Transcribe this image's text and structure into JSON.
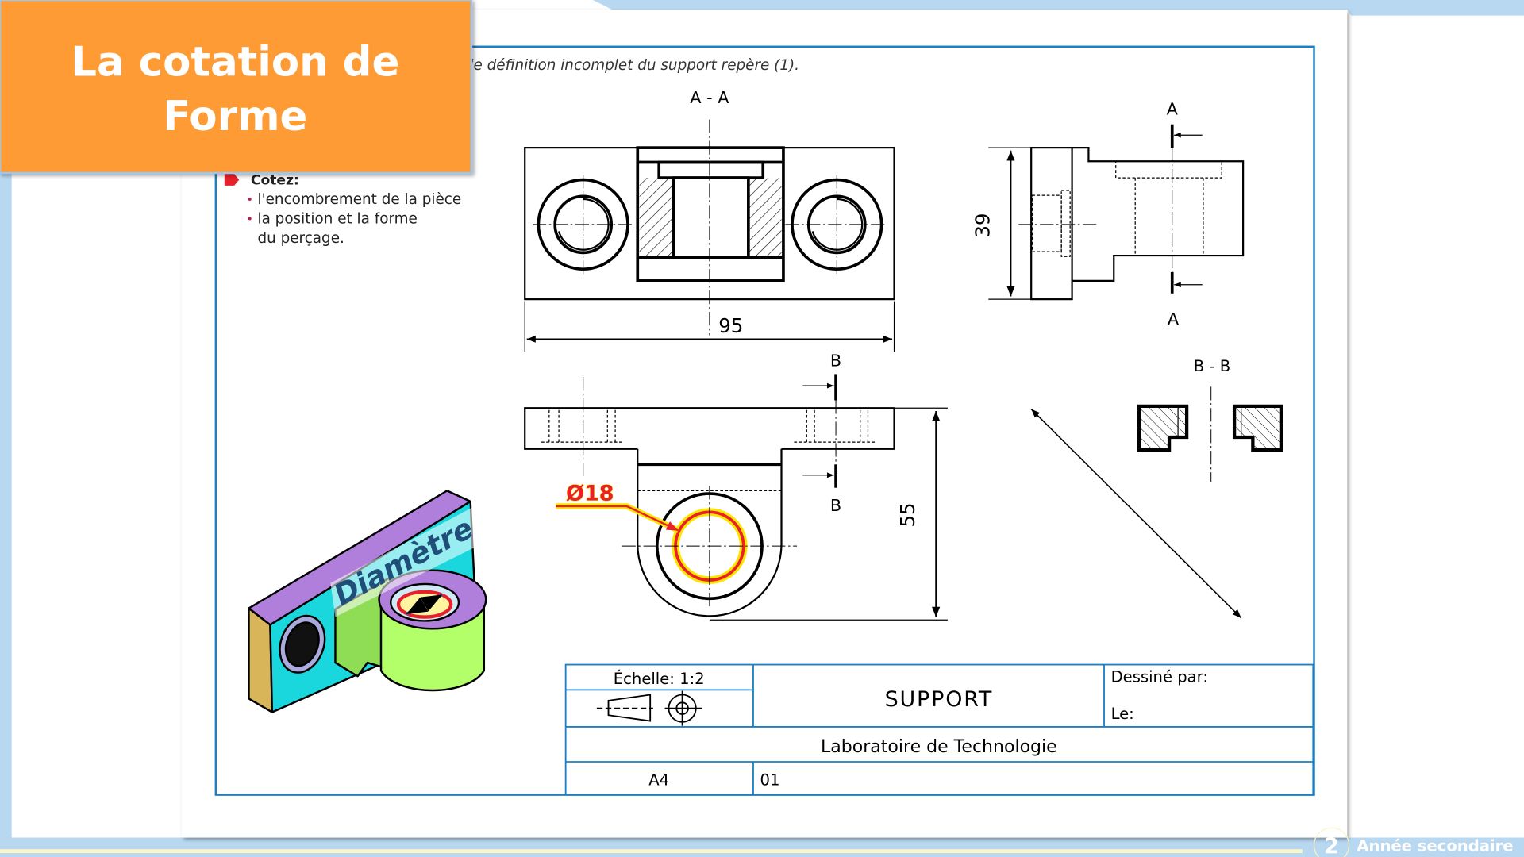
{
  "banner": {
    "line1": "La cotation de",
    "line2": "Forme",
    "color": "#ff9b35"
  },
  "instruction_fragment": "le définition incomplet du support   repère (1).",
  "task": {
    "heading": "Cotez:",
    "items": [
      "l'encombrement de la pièce",
      "la position et la forme",
      "du perçage."
    ]
  },
  "drawing": {
    "section_aa": "A - A",
    "section_bb": "B - B",
    "label_a": "A",
    "label_b": "B",
    "dim_width": "95",
    "dim_height_side": "39",
    "dim_height": "55",
    "dim_diameter": "Ø18",
    "iso_label": "Diamètre"
  },
  "title_block": {
    "scale": "Échelle: 1:2",
    "part_name": "SUPPORT",
    "drawn_by": "Dessiné par:",
    "date": "Le:",
    "school": "Laboratoire de Technologie",
    "format": "A4",
    "number": "01"
  },
  "footer": {
    "level_number": "2",
    "level_text": "Année secondaire"
  },
  "colors": {
    "frame": "#1a7fc4",
    "accent_red": "#e8202a",
    "background_blue": "#b8d8f2"
  }
}
